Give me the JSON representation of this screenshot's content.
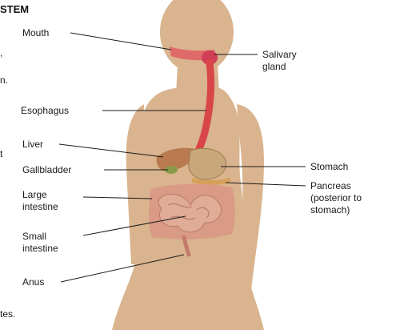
{
  "title_fragment": "STEM",
  "left_margin_fragments": [
    ",",
    "n.",
    "t",
    "tes."
  ],
  "labels": {
    "mouth": "Mouth",
    "salivary_gland": [
      "Salivary",
      "gland"
    ],
    "esophagus": "Esophagus",
    "liver": "Liver",
    "gallbladder": "Gallbladder",
    "stomach": "Stomach",
    "large_intestine": [
      "Large",
      "intestine"
    ],
    "pancreas": [
      "Pancreas",
      "(posterior to",
      "stomach)"
    ],
    "small_intestine": [
      "Small",
      "intestine"
    ],
    "anus": "Anus"
  },
  "colors": {
    "body_silhouette": "#d9b48e",
    "esophagus": "#d9464a",
    "liver": "#b87a4e",
    "stomach": "#c8a87a",
    "intestines": "#d99a86",
    "text": "#1a1a1a"
  }
}
